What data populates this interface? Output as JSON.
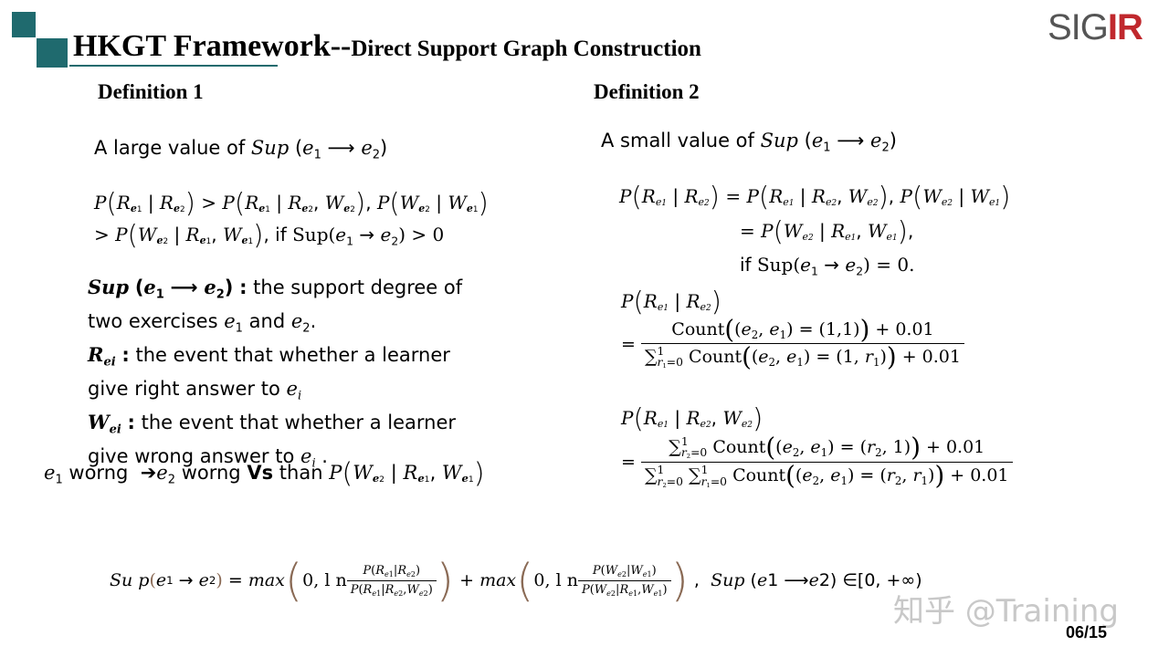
{
  "header": {
    "title_main": "HKGT Framework--",
    "title_sub": "Direct Support Graph Construction",
    "logo_text_1": "SIG",
    "logo_text_2": "IR",
    "logo_color_1": "#555555",
    "logo_color_2": "#c0282d",
    "accent_color": "#1f6a6e"
  },
  "def1": {
    "heading": "Definition 1",
    "intro": "A large value of",
    "if_text": ", if",
    "sup_title_suffix": ":",
    "sup_desc_1": "the support degree of",
    "sup_desc_2": "two exercises",
    "and_text": "and",
    "r_desc_1": "the event that whether a learner",
    "r_desc_2": "give right answer to",
    "w_desc_1": "the event that whether a learner",
    "w_desc_2": "give wrong answer to",
    "compare_word": "worng",
    "compare_vs": "Vs",
    "compare_than": "than"
  },
  "def2": {
    "heading": "Definition 2",
    "intro": "A small value of",
    "if_text": "if",
    "count_word": "Count",
    "const": "0.01"
  },
  "bottom": {
    "range_text": "[0, +∞)"
  },
  "footer": {
    "watermark": "知乎 @Training",
    "page": "06/15"
  }
}
